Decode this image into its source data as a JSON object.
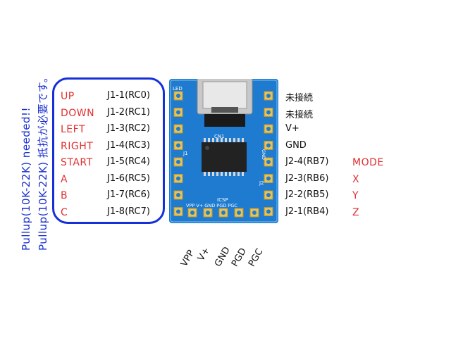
{
  "notes": {
    "line1": "Pullup(10K-22K) needed!!",
    "line2": "Pullup(10K-22K) 抵抗が必要です。"
  },
  "left_rows": [
    {
      "func": "UP",
      "pin": "J1-1(RC0)"
    },
    {
      "func": "DOWN",
      "pin": "J1-2(RC1)"
    },
    {
      "func": "LEFT",
      "pin": "J1-3(RC2)"
    },
    {
      "func": "RIGHT",
      "pin": "J1-4(RC3)"
    },
    {
      "func": "START",
      "pin": "J1-5(RC4)"
    },
    {
      "func": "A",
      "pin": "J1-6(RC5)"
    },
    {
      "func": "B",
      "pin": "J1-7(RC6)"
    },
    {
      "func": "C",
      "pin": "J1-8(RC7)"
    }
  ],
  "right_rows": [
    {
      "label": "未接続",
      "func": ""
    },
    {
      "label": "未接続",
      "func": ""
    },
    {
      "label": "V+",
      "func": ""
    },
    {
      "label": "GND",
      "func": ""
    },
    {
      "label": "J2-4(RB7)",
      "func": "MODE"
    },
    {
      "label": "J2-3(RB6)",
      "func": "X"
    },
    {
      "label": "J2-2(RB5)",
      "func": "Y"
    },
    {
      "label": "J2-1(RB4)",
      "func": "Z"
    }
  ],
  "bottom_pins": [
    "VPP",
    "V+",
    "GND",
    "PGD",
    "PGC"
  ],
  "board_silk": {
    "led": "LED",
    "cn1": "CN1",
    "icsp": "ICSP",
    "bottom_row": "VPP  V+  GND  PGD  PGC",
    "j1": "J1",
    "j2": "J2",
    "gnd_side": "GND"
  },
  "colors": {
    "note_blue": "#1a2fd0",
    "callout_blue": "#1630d8",
    "func_red": "#e03030",
    "pcb_blue": "#1e7bd0"
  }
}
